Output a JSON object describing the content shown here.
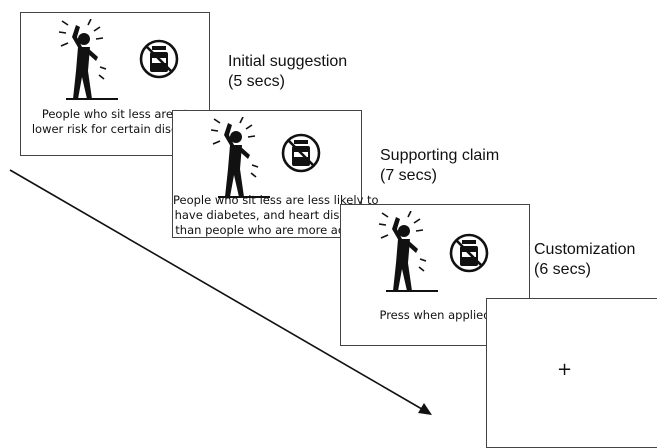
{
  "slides": [
    {
      "caption_lines": [
        "People who sit less are at",
        "lower risk for certain disease"
      ],
      "stage_label": "Initial suggestion",
      "duration": "(5 secs)"
    },
    {
      "caption_lines": [
        "People who sit less are less likely to",
        "have diabetes, and heart diseas",
        "than people who are more activ"
      ],
      "stage_label": "Supporting claim",
      "duration": "(7 secs)"
    },
    {
      "caption_lines": [
        "Press when applied"
      ],
      "stage_label": "Customization",
      "duration": "(6 secs)"
    },
    {
      "fixation": "+"
    }
  ]
}
